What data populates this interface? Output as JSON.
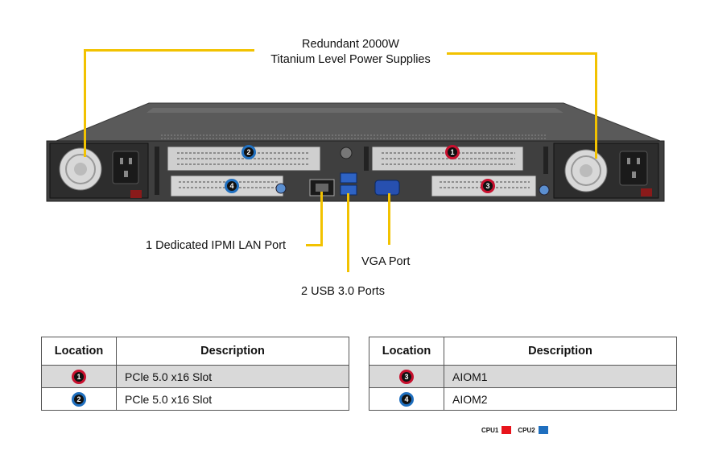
{
  "callouts": {
    "psu_line1": "Redundant  2000W",
    "psu_line2": "Titanium  Level  Power  Supplies",
    "ipmi": "1 Dedicated IPMI  LAN Port",
    "vga": "VGA Port",
    "usb": "2 USB 3.0 Ports"
  },
  "markers": {
    "m1": "1",
    "m2": "2",
    "m3": "3",
    "m4": "4"
  },
  "table_left": {
    "headers": [
      "Location",
      "Description"
    ],
    "rows": [
      {
        "num": "1",
        "cpu": "CPU1",
        "description": "PCle 5.0 x16 Slot"
      },
      {
        "num": "2",
        "cpu": "CPU2",
        "description": "PCle 5.0 x16 Slot"
      }
    ]
  },
  "table_right": {
    "headers": [
      "Location",
      "Description"
    ],
    "rows": [
      {
        "num": "3",
        "cpu": "CPU1",
        "description": "AIOM1"
      },
      {
        "num": "4",
        "cpu": "CPU2",
        "description": "AIOM2"
      }
    ]
  },
  "legend": {
    "cpu1_label": "CPU1",
    "cpu2_label": "CPU2"
  },
  "colors": {
    "cpu1": "#e8141c",
    "cpu2": "#1f6fbf",
    "leader": "#f2c200",
    "chassis": "#4a4a4a"
  }
}
